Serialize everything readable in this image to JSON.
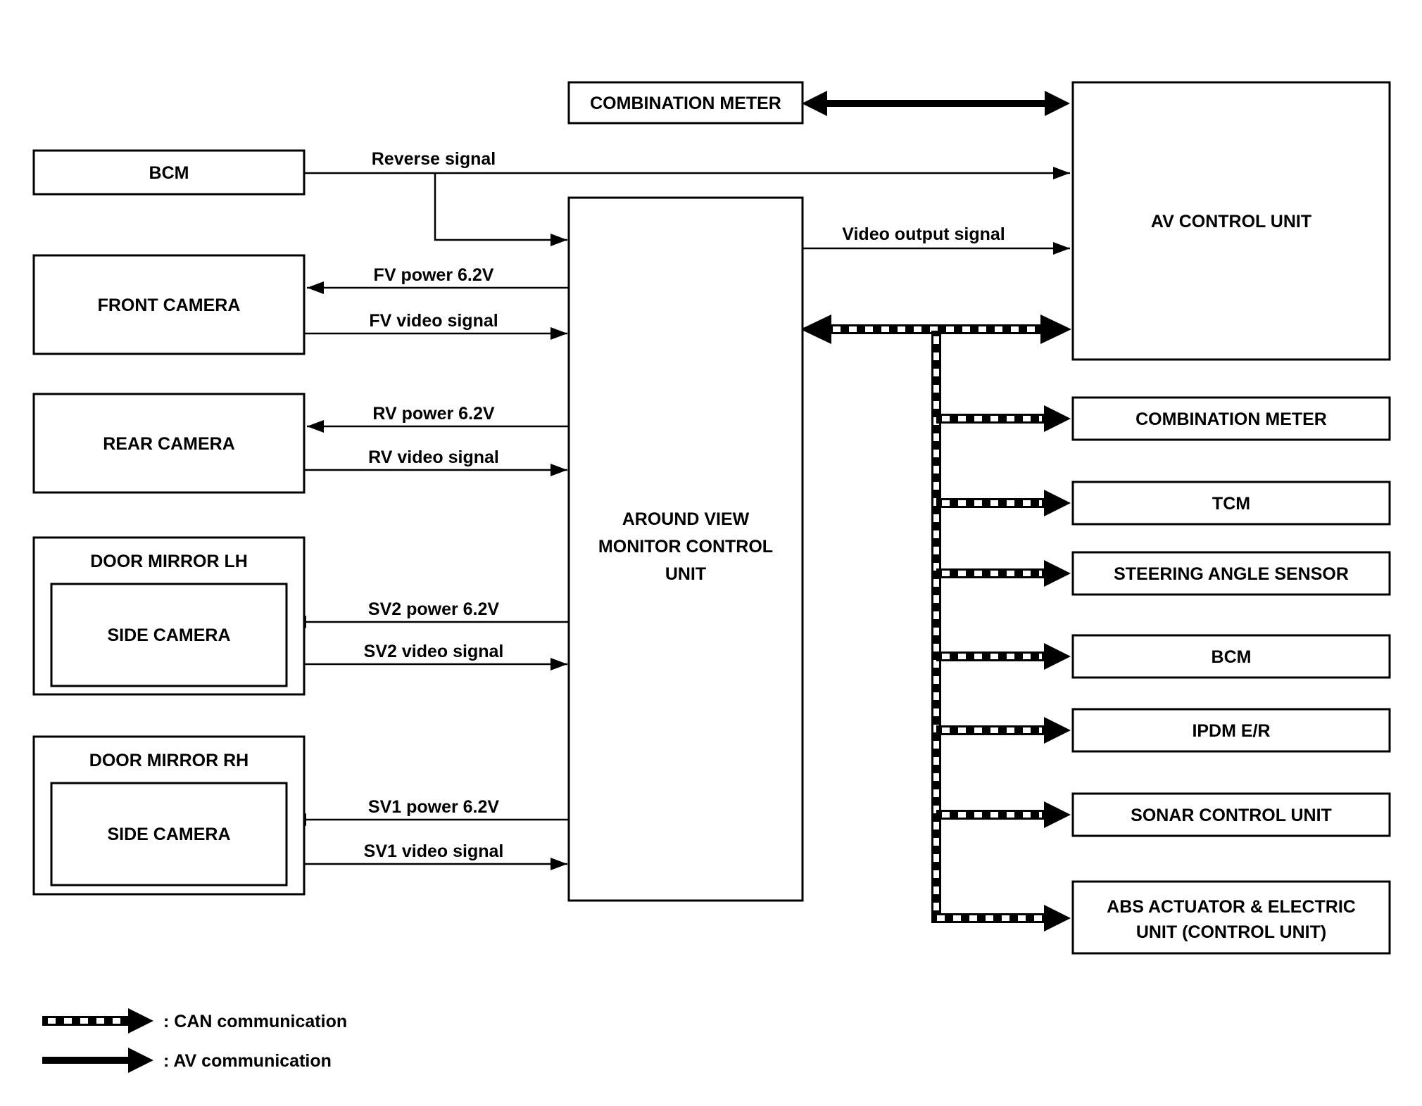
{
  "diagram": {
    "top_node": {
      "label": "COMBINATION METER"
    },
    "av_unit": {
      "label": "AV CONTROL UNIT"
    },
    "left_nodes": [
      {
        "label": "BCM"
      },
      {
        "label": "FRONT CAMERA"
      },
      {
        "label": "REAR CAMERA"
      },
      {
        "label": "DOOR MIRROR LH",
        "sub_label": "SIDE CAMERA"
      },
      {
        "label": "DOOR MIRROR RH",
        "sub_label": "SIDE CAMERA"
      }
    ],
    "center_node": {
      "line1": "AROUND VIEW",
      "line2": "MONITOR CONTROL",
      "line3": "UNIT"
    },
    "can_nodes": [
      {
        "label": "COMBINATION METER"
      },
      {
        "label": "TCM"
      },
      {
        "label": "STEERING ANGLE SENSOR"
      },
      {
        "label": "BCM"
      },
      {
        "label": "IPDM E/R"
      },
      {
        "label": "SONAR CONTROL UNIT"
      },
      {
        "line1": "ABS ACTUATOR & ELECTRIC",
        "line2": "UNIT (CONTROL UNIT)"
      }
    ],
    "signals": {
      "reverse": "Reverse signal",
      "video_output": "Video output signal",
      "fv_power": "FV power 6.2V",
      "fv_video": "FV video signal",
      "rv_power": "RV power 6.2V",
      "rv_video": "RV video signal",
      "sv2_power": "SV2 power 6.2V",
      "sv2_video": "SV2 video signal",
      "sv1_power": "SV1 power 6.2V",
      "sv1_video": "SV1 video signal"
    },
    "legend": {
      "can": ": CAN communication",
      "av": ": AV communication"
    },
    "colors": {
      "line": "#000000",
      "background": "#ffffff"
    }
  }
}
